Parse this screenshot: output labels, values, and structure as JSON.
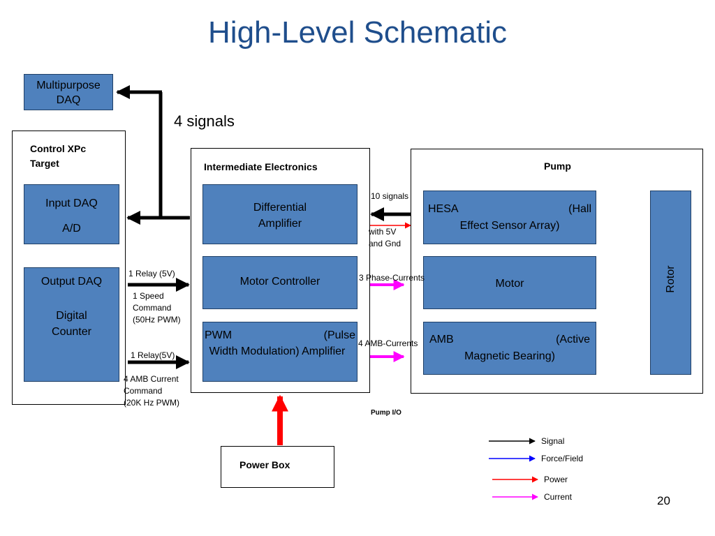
{
  "title": "High-Level Schematic",
  "page_number": "20",
  "blocks": {
    "multipurpose_daq": "Multipurpose\nDAQ",
    "four_signals": "4 signals",
    "control_target": "Control XPc\nTarget",
    "input_daq": "Input DAQ",
    "input_ad": "A/D",
    "output_daq": "Output DAQ",
    "digital_counter": "Digital\nCounter",
    "intermediate": "Intermediate Electronics",
    "diff_amp": "Differential\nAmplifier",
    "motor_controller": "Motor Controller",
    "pwm_left": "PWM",
    "pwm_right": "(Pulse",
    "pwm_line2": "Width Modulation) Amplifier",
    "pump": "Pump",
    "hesa_left": "HESA",
    "hesa_right": "(Hall",
    "hesa_line2": "Effect Sensor Array)",
    "motor": "Motor",
    "amb_left": "AMB",
    "amb_right": "(Active",
    "amb_line2": "Magnetic Bearing)",
    "rotor": "Rotor",
    "power_box": "Power Box",
    "pump_io": "Pump I/O"
  },
  "labels": {
    "relay1": "1 Relay (5V)",
    "speed_cmd": "1 Speed\nCommand\n(50Hz PWM)",
    "relay2": "1 Relay(5V)",
    "amb_cmd": "4 AMB Current\nCommand\n(20K Hz PWM)",
    "ten_signals": "10 signals",
    "with5v": "with 5V\nand Gnd",
    "phase_currents": "3 Phase-Currents",
    "amb_currents": "4 AMB-Currents"
  },
  "legend": [
    {
      "label": "Signal",
      "color": "#000000"
    },
    {
      "label": "Force/Field",
      "color": "#0000ff"
    },
    {
      "label": "Power",
      "color": "#ff0000"
    },
    {
      "label": "Current",
      "color": "#ff00ff"
    }
  ]
}
